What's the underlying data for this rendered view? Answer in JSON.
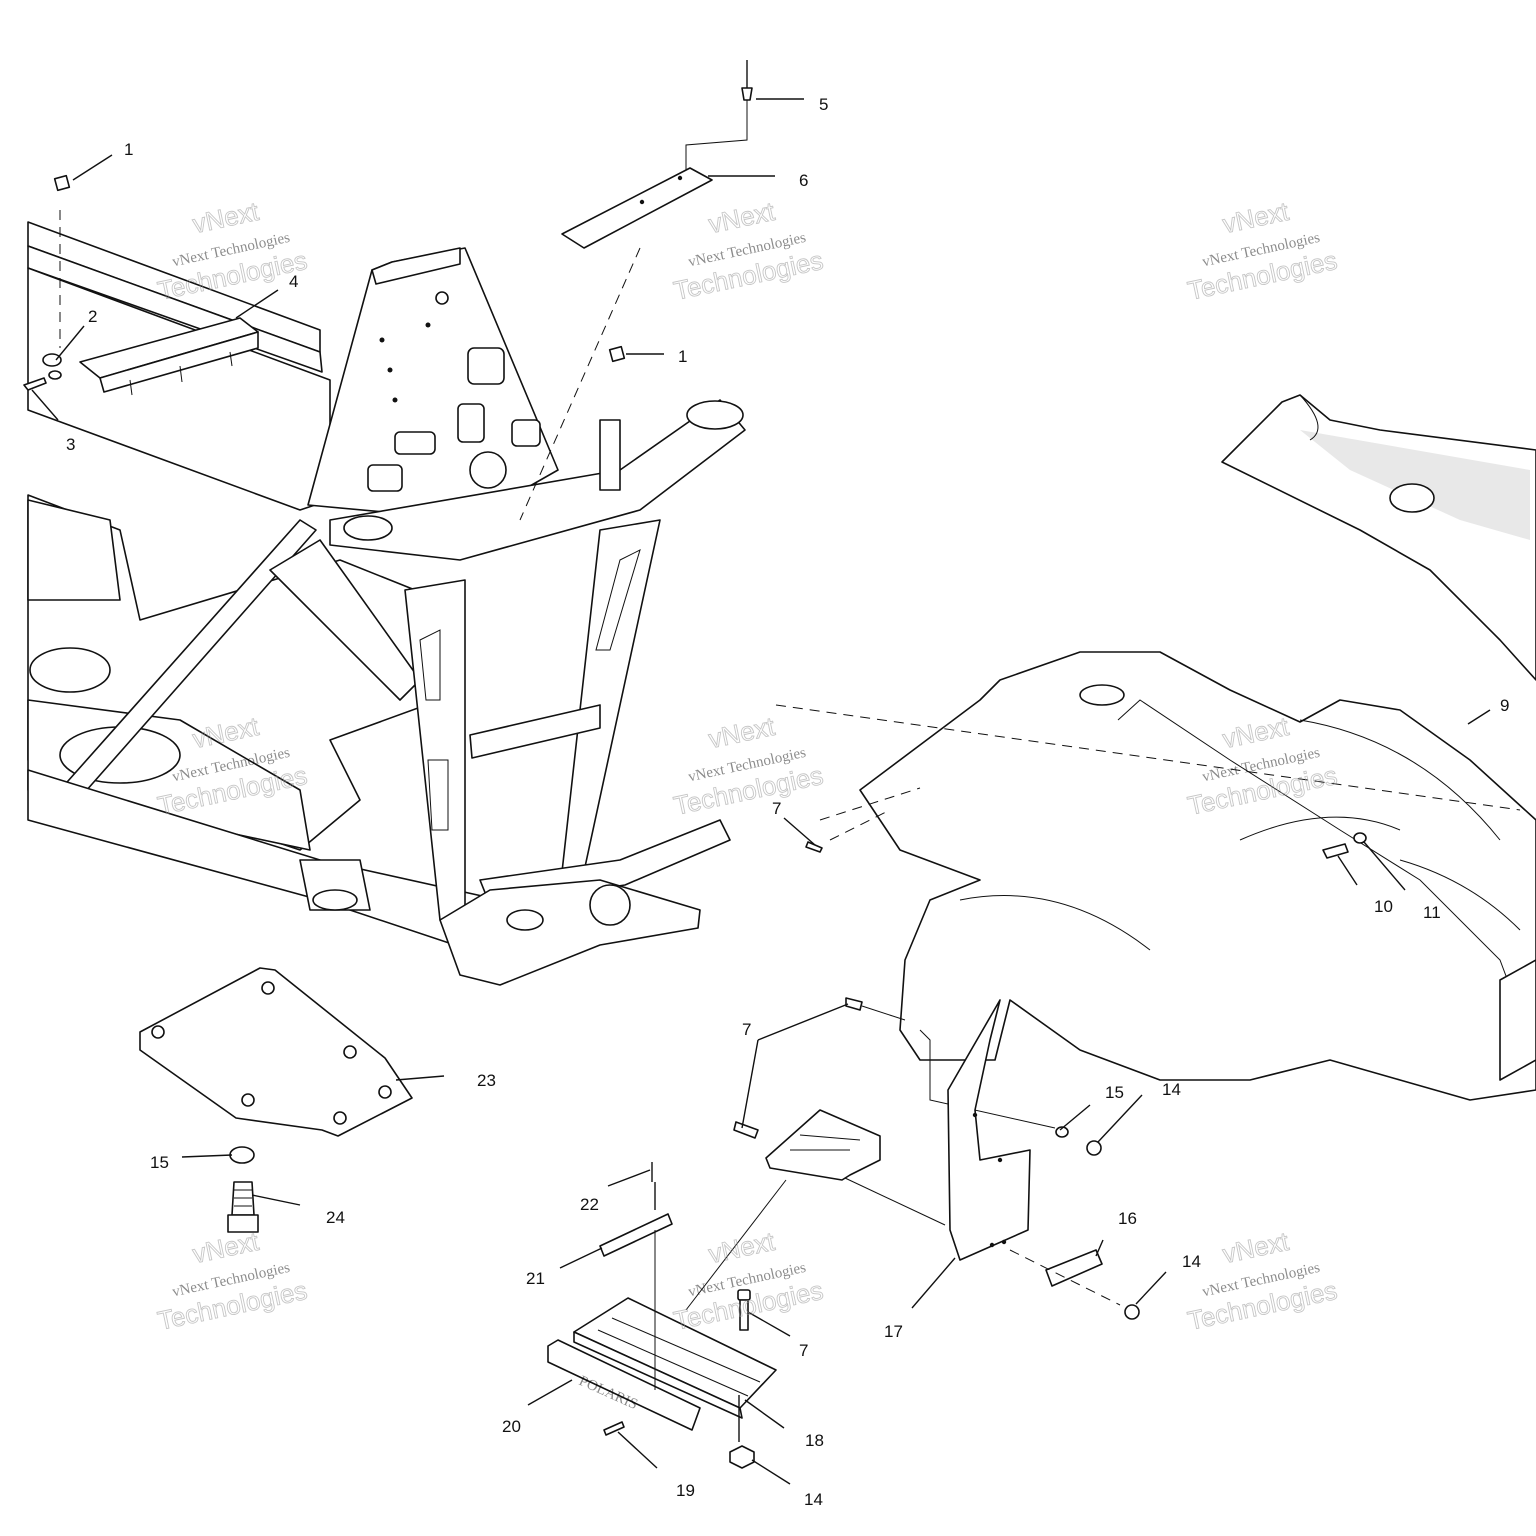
{
  "watermark": {
    "line_top": "vNext",
    "line_mid": "vNext Technologies",
    "line_bottom": "Technologies"
  },
  "callouts": [
    {
      "id": "c1a",
      "label": "1"
    },
    {
      "id": "c1b",
      "label": "1"
    },
    {
      "id": "c2",
      "label": "2"
    },
    {
      "id": "c3",
      "label": "3"
    },
    {
      "id": "c4",
      "label": "4"
    },
    {
      "id": "c5",
      "label": "5"
    },
    {
      "id": "c6",
      "label": "6"
    },
    {
      "id": "c7a",
      "label": "7"
    },
    {
      "id": "c7b",
      "label": "7"
    },
    {
      "id": "c7c",
      "label": "7"
    },
    {
      "id": "c9",
      "label": "9"
    },
    {
      "id": "c10",
      "label": "10"
    },
    {
      "id": "c11",
      "label": "11"
    },
    {
      "id": "c14a",
      "label": "14"
    },
    {
      "id": "c14b",
      "label": "14"
    },
    {
      "id": "c14c",
      "label": "14"
    },
    {
      "id": "c15a",
      "label": "15"
    },
    {
      "id": "c15b",
      "label": "15"
    },
    {
      "id": "c16",
      "label": "16"
    },
    {
      "id": "c17",
      "label": "17"
    },
    {
      "id": "c18",
      "label": "18"
    },
    {
      "id": "c19",
      "label": "19"
    },
    {
      "id": "c20",
      "label": "20"
    },
    {
      "id": "c21",
      "label": "21"
    },
    {
      "id": "c22",
      "label": "22"
    },
    {
      "id": "c23",
      "label": "23"
    },
    {
      "id": "c24",
      "label": "24"
    }
  ],
  "footrest_brand": "POLARIS"
}
